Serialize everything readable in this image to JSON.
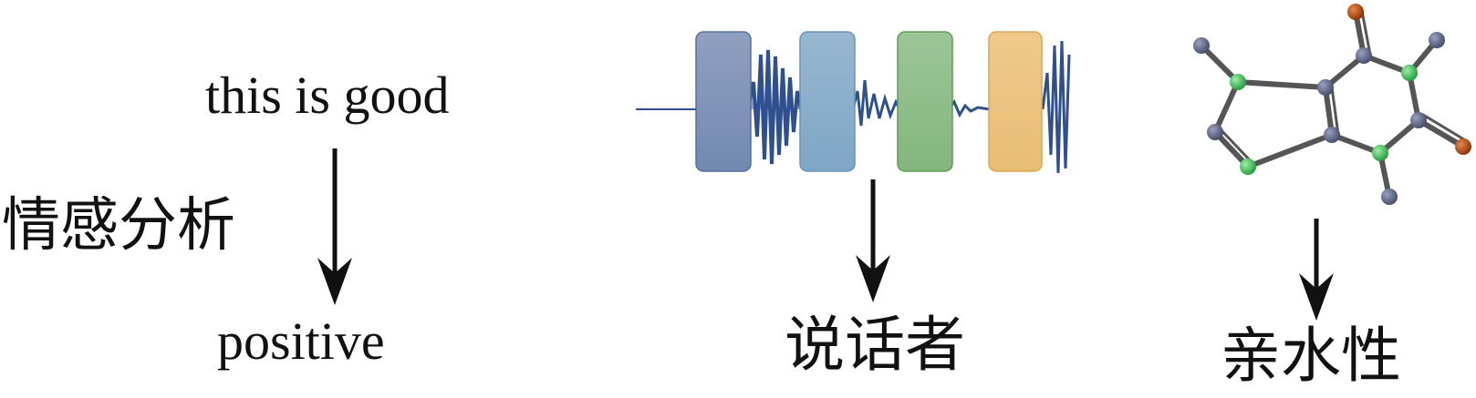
{
  "panels": [
    {
      "id": "sentiment",
      "task_label": "情感分析",
      "input": "this is good",
      "output": "positive"
    },
    {
      "id": "speech",
      "input_description": "audio waveform with four colored segment blocks",
      "blocks": [
        {
          "color": "#7f95b8"
        },
        {
          "color": "#8fb0cc"
        },
        {
          "color": "#8cbb86"
        },
        {
          "color": "#ecc27d"
        }
      ],
      "waveform_color": "#2e4f90",
      "output": "说话者"
    },
    {
      "id": "molecule",
      "input_description": "ball-and-stick molecular structure",
      "atom_colors": {
        "carbon": "#5d6383",
        "nitrogen": "#3fc85a",
        "oxygen": "#b5470c"
      },
      "output": "亲水性"
    }
  ]
}
